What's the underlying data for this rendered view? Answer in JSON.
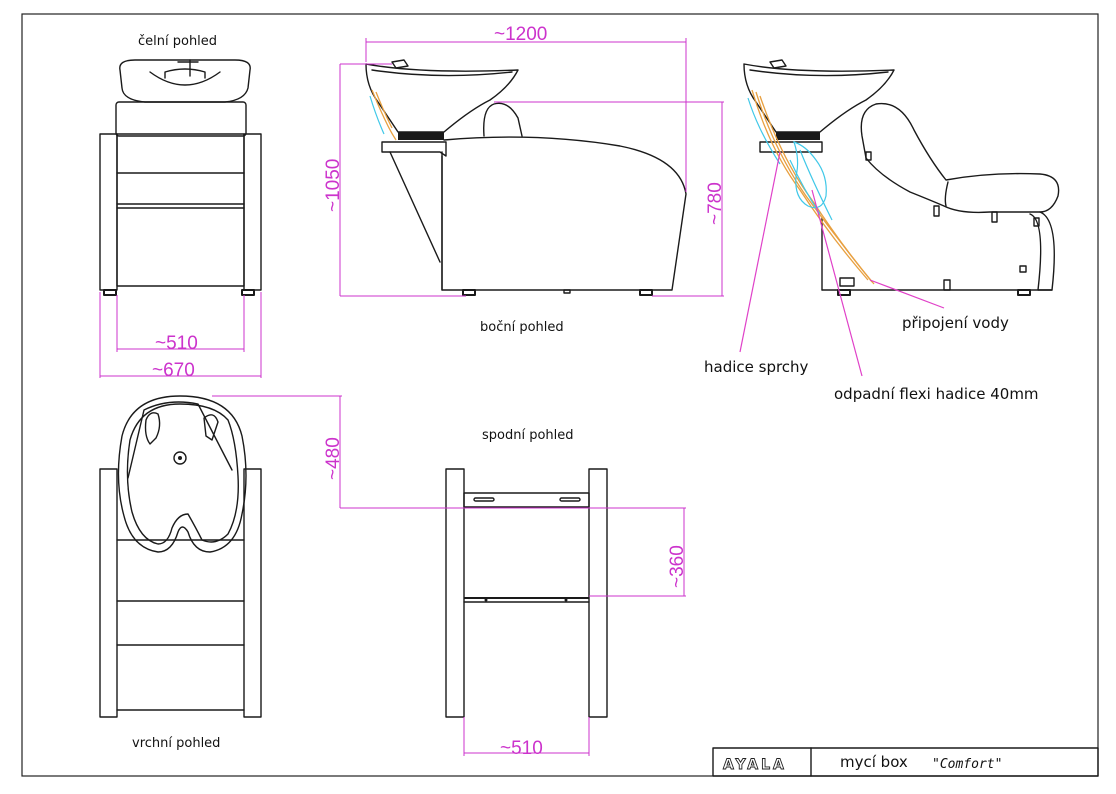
{
  "views": {
    "front": "čelní pohled",
    "side": "boční pohled",
    "bottom": "spodní pohled",
    "top": "vrchní pohled"
  },
  "dimensions": {
    "length": "~1200",
    "height": "~1050",
    "seat_height": "~780",
    "front_inner_width": "~510",
    "front_outer_width": "~670",
    "top_depth": "~480",
    "bottom_depth": "~360",
    "bottom_width": "~510"
  },
  "callouts": {
    "water": "připojení vody",
    "shower": "hadice sprchy",
    "drain": "odpadní flexi hadice 40mm"
  },
  "title_block": {
    "brand": "AYALA",
    "product": "mycí box",
    "model": "\"Comfort\""
  },
  "colors": {
    "dimension": "#cc33cc",
    "callout_line": "#e040c8",
    "hose_orange": "#e8a040",
    "hose_cyan": "#40c8e8"
  }
}
